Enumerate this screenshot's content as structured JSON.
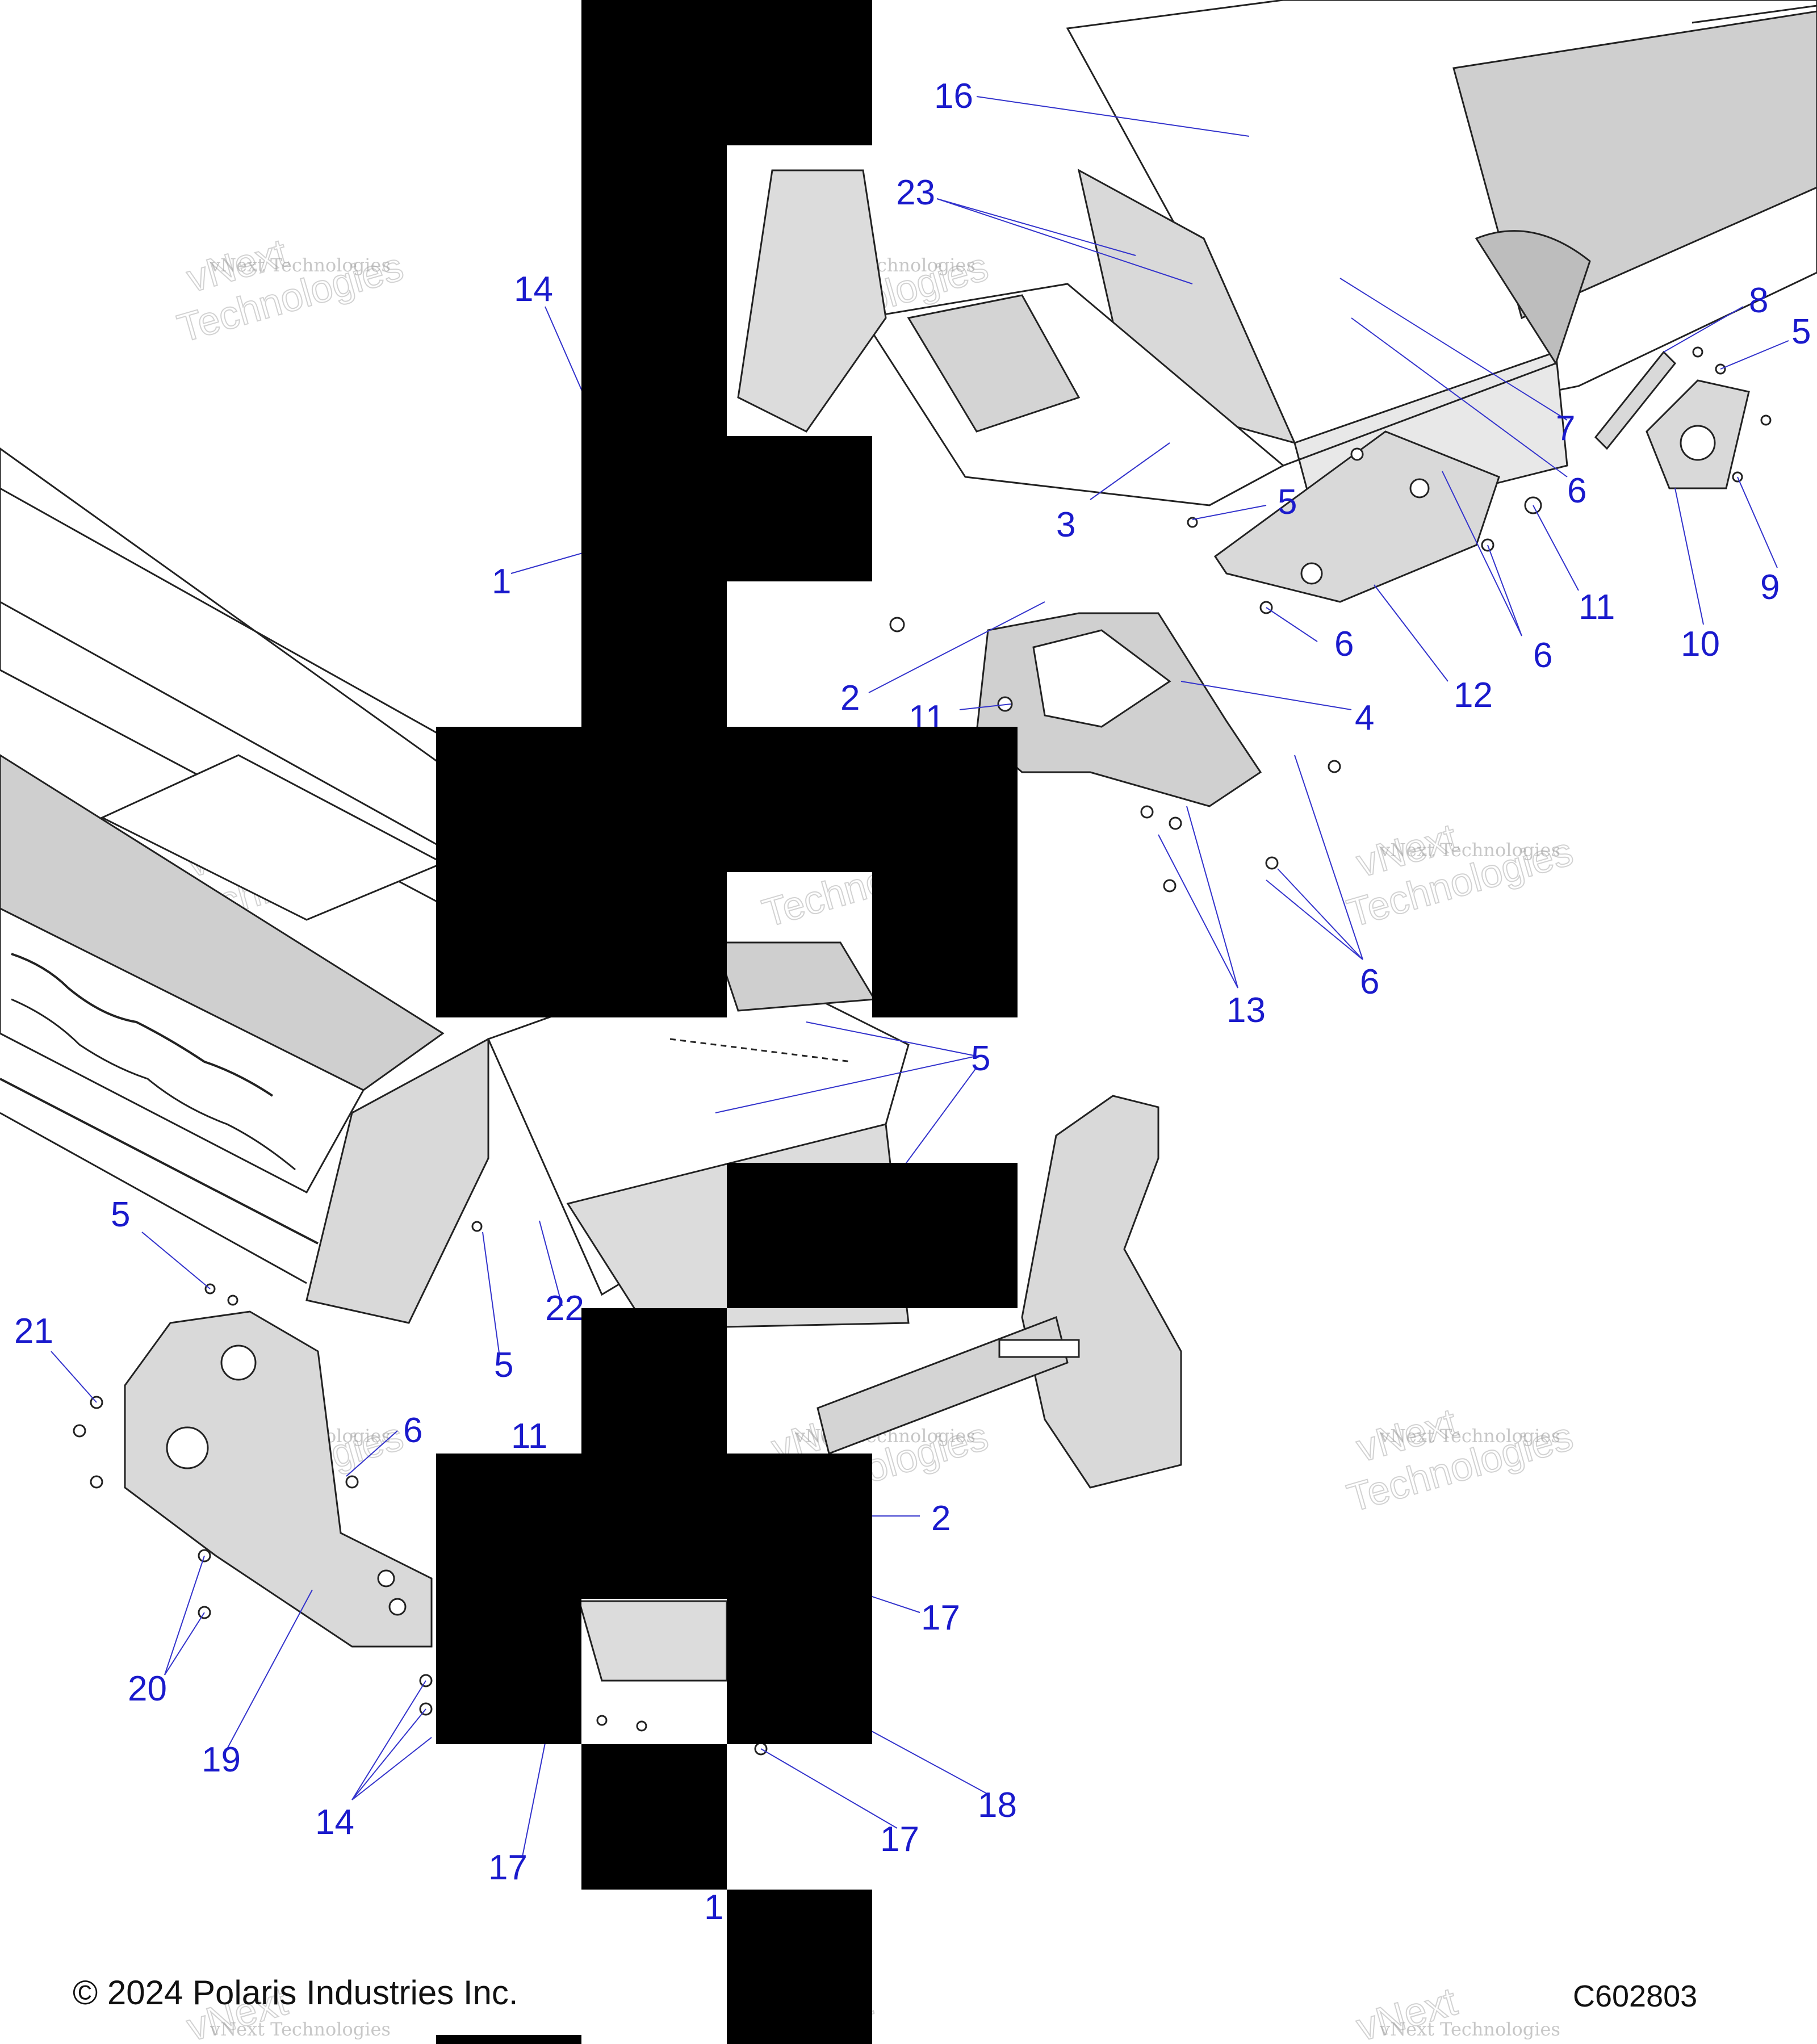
{
  "diagram": {
    "copyright": "© 2024 Polaris Industries Inc.",
    "figure_code": "C602803",
    "watermark_small": "vNext Technologies",
    "watermark_large": "vNext",
    "watermark_large2": "Technologies",
    "colors": {
      "callout": "#1a1acc",
      "part_fill": "#d9d9d9",
      "part_stroke": "#222222",
      "redaction": "#000000"
    }
  },
  "callouts": {
    "c16": "16",
    "c23": "23",
    "c14a": "14",
    "c1a": "1",
    "c8": "8",
    "c5a": "5",
    "c7": "7",
    "c6a": "6",
    "c3": "3",
    "c5b": "5",
    "c11a": "11",
    "c9": "9",
    "c10": "10",
    "c6b": "6",
    "c6c": "6",
    "c2a": "2",
    "c12": "12",
    "c4": "4",
    "c11b": "11",
    "c13": "13",
    "c6d": "6",
    "c5c": "5",
    "c5d": "5",
    "c21": "21",
    "c22": "22",
    "c5e": "5",
    "c6e": "6",
    "c11c": "11",
    "c2b": "2",
    "c17a": "17",
    "c20": "20",
    "c19": "19",
    "c14b": "14",
    "c18": "18",
    "c17b": "17",
    "c17c": "17",
    "c1b": "1"
  }
}
